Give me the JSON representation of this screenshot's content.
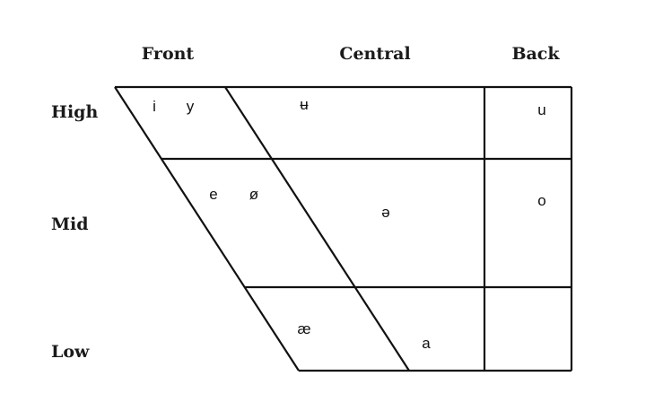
{
  "chart_data": {
    "type": "vowel-chart",
    "columns": [
      "Front",
      "Central",
      "Back"
    ],
    "rows": [
      "High",
      "Mid",
      "Low"
    ],
    "vowels": [
      {
        "symbol": "i",
        "height": "High",
        "backness": "Front"
      },
      {
        "symbol": "y",
        "height": "High",
        "backness": "Front"
      },
      {
        "symbol": "ʉ",
        "height": "High",
        "backness": "Central"
      },
      {
        "symbol": "u",
        "height": "High",
        "backness": "Back"
      },
      {
        "symbol": "e",
        "height": "Mid",
        "backness": "Front"
      },
      {
        "symbol": "ø",
        "height": "Mid",
        "backness": "Front"
      },
      {
        "symbol": "ə",
        "height": "Mid",
        "backness": "Central"
      },
      {
        "symbol": "o",
        "height": "Mid",
        "backness": "Back"
      },
      {
        "symbol": "æ",
        "height": "Low",
        "backness": "Front"
      },
      {
        "symbol": "a",
        "height": "Low",
        "backness": "Central"
      }
    ]
  }
}
